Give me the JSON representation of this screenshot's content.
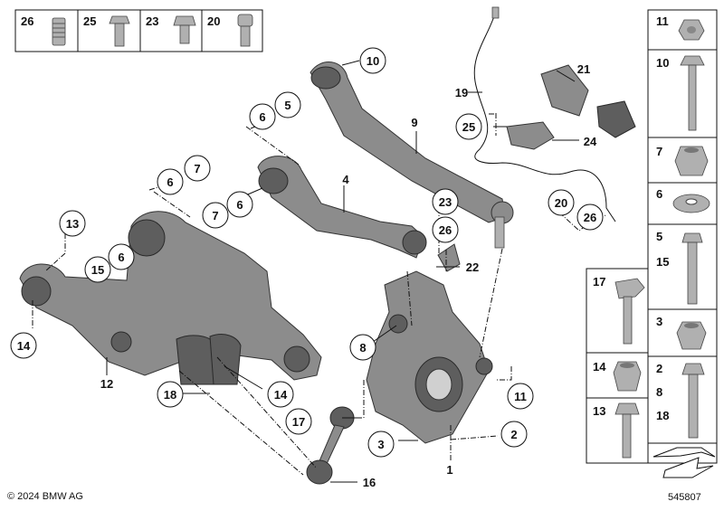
{
  "callouts": {
    "c1": "1",
    "c2": "2",
    "c3": "3",
    "c4": "4",
    "c6": "6",
    "c7": "7",
    "c8": "8",
    "c9": "9",
    "c10": "10",
    "c11": "11",
    "c12": "12",
    "c13": "13",
    "c14": "14",
    "c15": "15",
    "c16": "16",
    "c17": "17",
    "c18": "18",
    "c19": "19",
    "c20": "20",
    "c21": "21",
    "c22": "22",
    "c23": "23",
    "c24": "24",
    "c25": "25",
    "c26": "26",
    "c5": "5"
  },
  "top_legend": [
    "26",
    "25",
    "23",
    "20"
  ],
  "right_legend": {
    "r11": "11",
    "r10": "10",
    "r7": "7",
    "r6": "6",
    "r5": "5",
    "r15": "15",
    "r17": "17",
    "r3": "3",
    "r14": "14",
    "r2": "2",
    "r8": "8",
    "r18": "18",
    "r13": "13"
  },
  "footer": {
    "copyright": "© 2024 BMW AG",
    "diagram_id": "545807"
  }
}
